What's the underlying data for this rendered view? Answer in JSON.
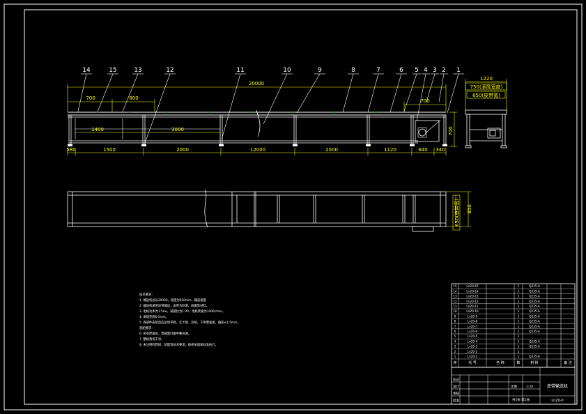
{
  "colors": {
    "background": "#000000",
    "outline": "#ffffff",
    "dimension": "#ffff00",
    "accent": "#00c000"
  },
  "balloons": [
    "14",
    "15",
    "13",
    "12",
    "11",
    "10",
    "9",
    "8",
    "7",
    "6",
    "5",
    "4",
    "3",
    "2",
    "1"
  ],
  "dimensions": {
    "overall_length": "20000",
    "top_left": "700",
    "top_mid": "800",
    "top_right": "700",
    "inner_left": "1400",
    "inner_mid": "3000",
    "bottom": [
      "580",
      "1500",
      "2000",
      "12000",
      "2000",
      "1120",
      "640",
      "340"
    ],
    "height": "700",
    "side_width": "1220",
    "side_belt": "750(滚筒宽度)",
    "side_inner": "650(皮带宽)",
    "plan_belt": "650(皮带宽)",
    "plan_width": "850"
  },
  "notes": [
    "技术要求：",
    "1. 输送机总长20000，宽度为650mm，输送速度",
    "2. 输送机采用皮带输送，皮带为防滑、耐磨等材料。",
    "3. 电机功率为1.5kw，减速比为1:20，电机转速为1400r/min。",
    "4. 调速范围0-5m/s。",
    "5. 各部件安装后应运转平稳，无卡阻、异响，下带需张紧，偏差≤1.5mm。",
    "装配要求：",
    "6. 所有焊接处，焊缝需打磨平整光滑。",
    "7. 整机清洗干净。",
    "8. 未注明的焊接、装配等技术要求，按相关国家标准执行。"
  ],
  "parts_table": {
    "rows": [
      [
        "15",
        "Ln20-15",
        "",
        "1",
        "Q235-A",
        ""
      ],
      [
        "14",
        "Ln20-14",
        "",
        "1",
        "Q235-A",
        ""
      ],
      [
        "13",
        "Ln20-13",
        "",
        "1",
        "Q235-A",
        ""
      ],
      [
        "12",
        "Ln20-12",
        "",
        "1",
        "Q235-A",
        ""
      ],
      [
        "11",
        "Ln20-11",
        "",
        "1",
        "Q235-A",
        ""
      ],
      [
        "10",
        "Ln20-10",
        "",
        "1",
        "Q235-A",
        ""
      ],
      [
        "9",
        "Ln20-9",
        "",
        "1",
        "Q235-A",
        ""
      ],
      [
        "8",
        "Ln20-8",
        "",
        "1",
        "Q235-A",
        ""
      ],
      [
        "7",
        "Ln20-7",
        "",
        "1",
        "Q235-A",
        ""
      ],
      [
        "6",
        "Ln20-6",
        "",
        "1",
        "Q235-A",
        ""
      ],
      [
        "5",
        "Ln20-5",
        "",
        "1",
        "",
        ""
      ],
      [
        "4",
        "Ln20-4",
        "",
        "1",
        "Q235-A",
        ""
      ],
      [
        "3",
        "Ln20-3",
        "",
        "1",
        "Q235-A",
        ""
      ],
      [
        "2",
        "Ln20-2",
        "",
        "1",
        "",
        ""
      ],
      [
        "1",
        "Ln20-1",
        "",
        "1",
        "Q235-A",
        ""
      ]
    ],
    "header": [
      "序",
      "代 号",
      "名 称",
      "数",
      "材 料",
      "备 注"
    ]
  },
  "title_block": {
    "drawing_name": "皮带输送机",
    "drawing_number": "Ln20-0",
    "scale_label": "比例",
    "scale_value": "1:20",
    "sheet_info": "共1张 第1张",
    "rows": [
      "标记",
      "设计",
      "审核",
      "工艺",
      "批准"
    ]
  }
}
